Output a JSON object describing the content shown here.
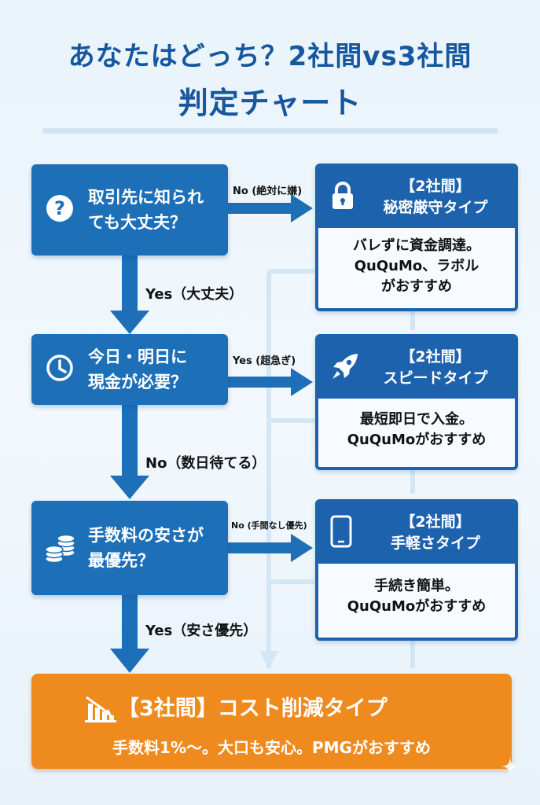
{
  "header": {
    "title_line1": "あなたはどっち？2社間vs3社間",
    "title_line2": "判定チャート"
  },
  "questions": [
    {
      "text_l1": "取引先に知られ",
      "text_l2": "ても大丈夫？",
      "icon": "question-icon"
    },
    {
      "text_l1": "今日・明日に",
      "text_l2": "現金が必要？",
      "icon": "clock-icon"
    },
    {
      "text_l1": "手数料の安さが",
      "text_l2": "最優先？",
      "icon": "coins-icon"
    }
  ],
  "side_labels": {
    "q1_no": "No (絶対に嫌)",
    "q2_yes": "Yes (超急ぎ)",
    "q3_no": "No (手間なし優先)"
  },
  "down_labels": {
    "q1_yes": "Yes（大丈夫）",
    "q2_no": "No（数日待てる）",
    "q3_yes": "Yes（安さ優先）"
  },
  "results": [
    {
      "head_l1": "【2社間】",
      "head_l2": "秘密厳守タイプ",
      "body_l1": "バレずに資金調達。",
      "body_l2": "QuQuMo、ラボル",
      "body_l3": "がおすすめ",
      "icon": "lock-icon"
    },
    {
      "head_l1": "【2社間】",
      "head_l2": "スピードタイプ",
      "body_l1": "最短即日で入金。",
      "body_l2": "QuQuMoがおすすめ",
      "icon": "rocket-icon"
    },
    {
      "head_l1": "【2社間】",
      "head_l2": "手軽さタイプ",
      "body_l1": "手続き簡単。",
      "body_l2": "QuQuMoがおすすめ",
      "icon": "smartphone-icon"
    }
  ],
  "final": {
    "title": "【3社間】コスト削減タイプ",
    "desc": "手数料1%〜。大口も安心。PMGがおすすめ",
    "icon": "cost-down-chart-icon"
  },
  "colors": {
    "primary_blue": "#1d6fb8",
    "title_blue": "#16579e",
    "orange": "#ef8a1e",
    "background": "#eaf3fb"
  }
}
